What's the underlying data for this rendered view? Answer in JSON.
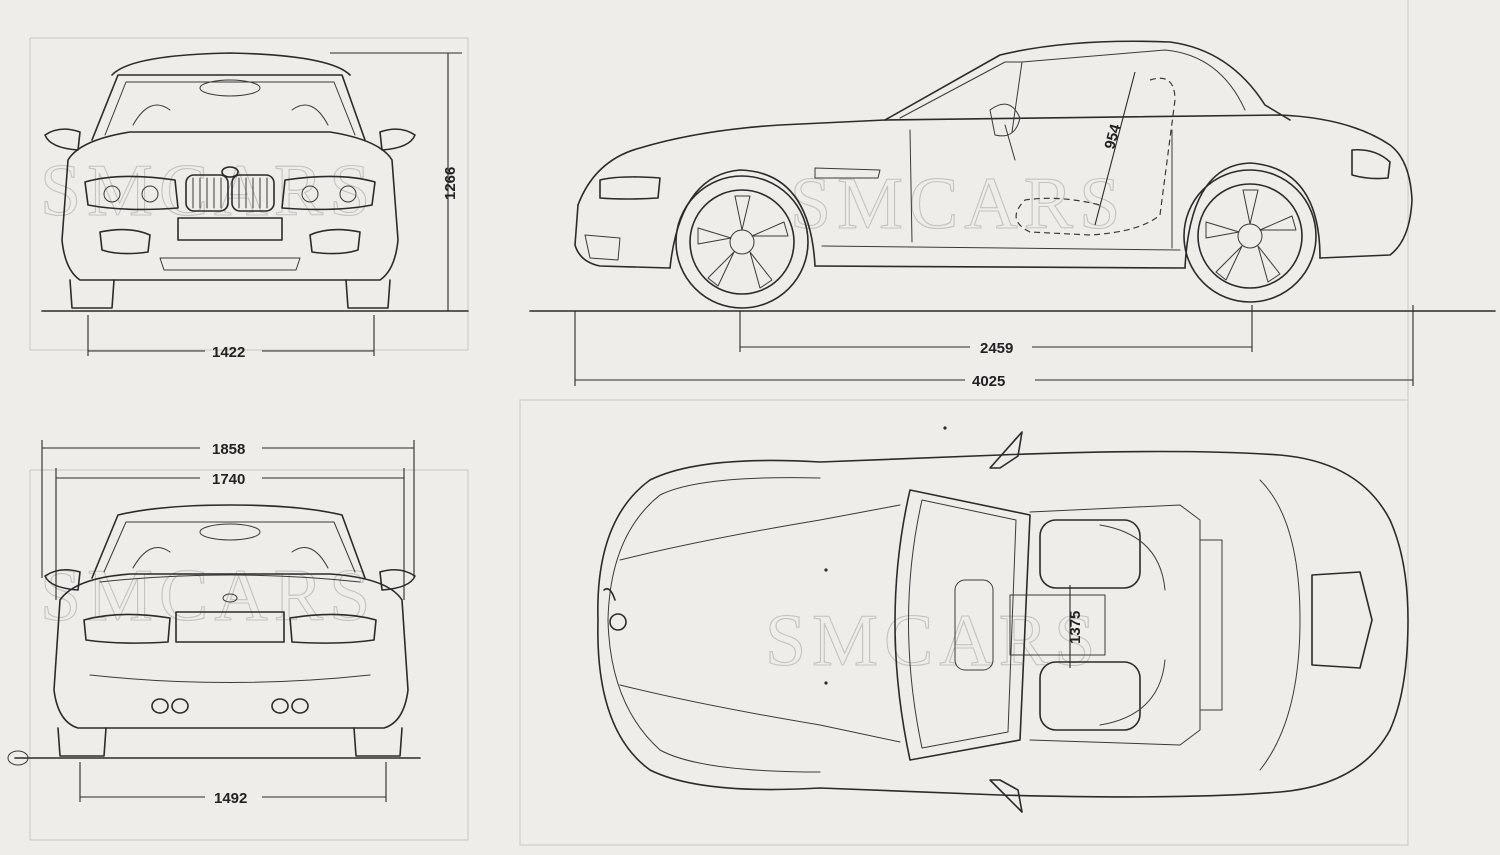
{
  "dimensions": {
    "front_track": "1422",
    "height": "1266",
    "wheelbase": "2459",
    "length": "4025",
    "seat_height": "954",
    "width_mirrors": "1858",
    "width_body": "1740",
    "rear_track": "1492",
    "cabin_width": "1375"
  },
  "watermark": "SMCARS"
}
